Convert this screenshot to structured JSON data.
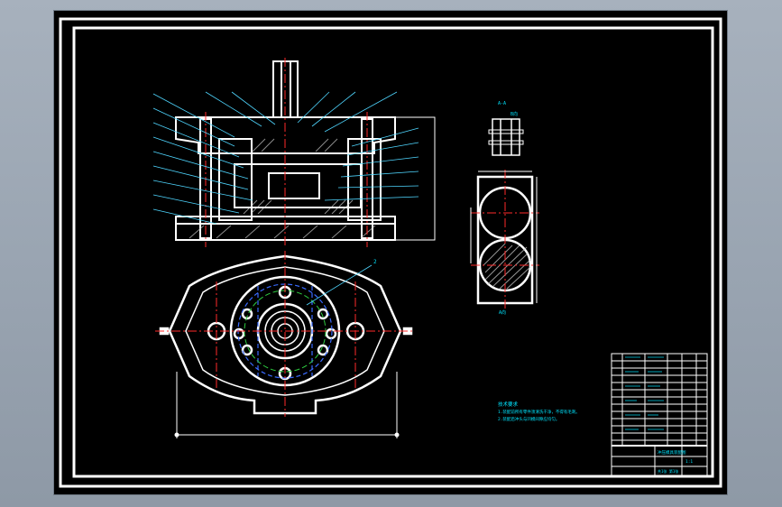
{
  "viewport": {
    "background": "#000000",
    "frame_color": "#ffffff"
  },
  "colors": {
    "outline": "#ffffff",
    "centerline": "#ff2a2a",
    "leader": "#4fd6ff",
    "text": "#00e5ff",
    "hidden": "#3a6bff",
    "hatch": "#c8c8c8"
  },
  "drawing": {
    "section_mark": "2",
    "side_note_top": "A-A",
    "side_note_label": "B向",
    "side_caption": "A向"
  },
  "tech_requirements": {
    "title": "技术要求",
    "lines": [
      "1.装配前所有零件须清洗干净，不得有毛刺。",
      "2.装配后冲头与凹模间隙应均匀。"
    ]
  },
  "title_block": {
    "drawing_name": "冲压模具装配图",
    "scale": "1:1",
    "sheet": "共1张 第1张"
  }
}
